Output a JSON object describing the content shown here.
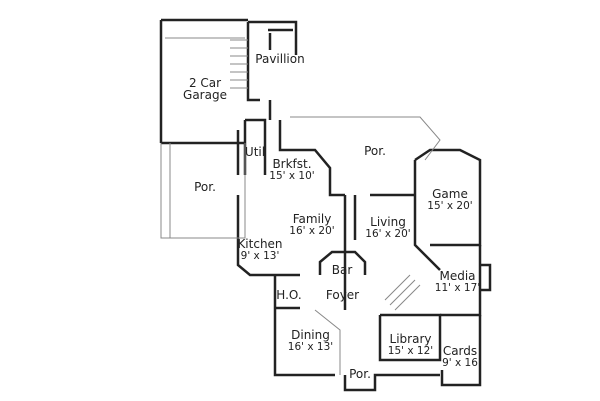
{
  "rooms": [
    {
      "id": "garage",
      "name": "2 Car Garage",
      "line1": "2 Car",
      "line2": "Garage",
      "dims": ""
    },
    {
      "id": "pavillion",
      "name": "Pavillion",
      "dims": ""
    },
    {
      "id": "util",
      "name": "Util",
      "dims": ""
    },
    {
      "id": "brkfst",
      "name": "Brkfst.",
      "dims": "15' x 10'"
    },
    {
      "id": "porch-rear",
      "name": "Por.",
      "dims": ""
    },
    {
      "id": "porch-side",
      "name": "Por.",
      "dims": ""
    },
    {
      "id": "game",
      "name": "Game",
      "dims": "15' x 20'"
    },
    {
      "id": "family",
      "name": "Family",
      "dims": "16' x 20'"
    },
    {
      "id": "living",
      "name": "Living",
      "dims": "16' x 20'"
    },
    {
      "id": "kitchen",
      "name": "Kitchen",
      "dims": "9' x 13'"
    },
    {
      "id": "bar",
      "name": "Bar",
      "dims": ""
    },
    {
      "id": "media",
      "name": "Media",
      "dims": "11' x 17'"
    },
    {
      "id": "ho",
      "name": "H.O.",
      "dims": ""
    },
    {
      "id": "foyer",
      "name": "Foyer",
      "dims": ""
    },
    {
      "id": "dining",
      "name": "Dining",
      "dims": "16' x 13'"
    },
    {
      "id": "library",
      "name": "Library",
      "dims": "15' x 12'"
    },
    {
      "id": "cards",
      "name": "Cards",
      "dims": "9' x 16"
    },
    {
      "id": "porch-front",
      "name": "Por.",
      "dims": ""
    }
  ],
  "colors": {
    "wall": "#222222",
    "thin": "#888888",
    "background": "#ffffff"
  }
}
